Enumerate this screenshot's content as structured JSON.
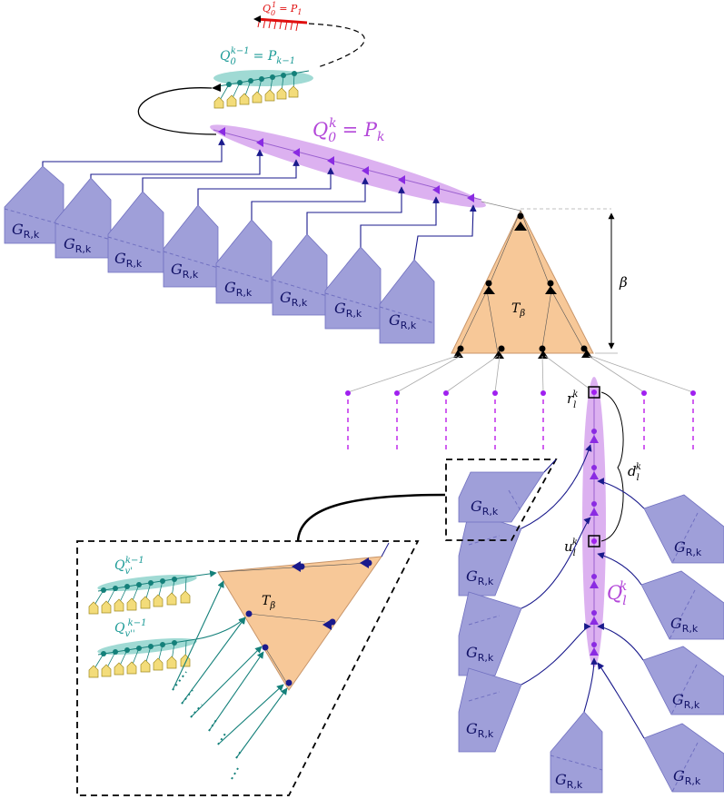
{
  "labels": {
    "q01_base": "Q",
    "q01_sup": "1",
    "q01_sub": "0",
    "q01_rhs": "= P",
    "q01_rhs_sub": "1",
    "q0k1_base": "Q",
    "q0k1_sup": "k−1",
    "q0k1_sub": "0",
    "q0k1_rhs": "= P",
    "q0k1_rhs_sub": "k−1",
    "q0k_base": "Q",
    "q0k_sup": "k",
    "q0k_sub": "0",
    "q0k_rhs": "= P",
    "q0k_rhs_sub": "k",
    "g_base": "G",
    "g_sub": "R,k",
    "t_base": "T",
    "t_sub": "β",
    "beta": "β",
    "r_base": "r",
    "r_sup": "k",
    "r_sub": "l",
    "d_base": "d",
    "d_sup": "k",
    "d_sub": "l",
    "u_base": "u",
    "u_sup": "k",
    "u_sub": "l",
    "ql_base": "Q",
    "ql_sup": "k",
    "ql_sub": "l",
    "qv_base": "Q",
    "qv_sup": "k−1",
    "qv_sub": "v'",
    "qv2_base": "Q",
    "qv2_sup": "k−1",
    "qv2_sub": "v''"
  },
  "colors": {
    "purple_fill": "#d8a8ee",
    "purple_text": "#b347d9",
    "purple_node": "#8a2be2",
    "teal_fill": "#8fd3cc",
    "teal_text": "#1a9a96",
    "teal_node": "#14807a",
    "red": "#e01010",
    "gadget_fill": "#9f9fd9",
    "gadget_stroke": "#7070c0",
    "gadget_text": "#111166",
    "tree_fill": "#f7c898",
    "tree_stroke": "#c8956a",
    "arrow_navy": "#1a1a8c",
    "yellow": "#f3dc7a",
    "black": "#000000"
  }
}
